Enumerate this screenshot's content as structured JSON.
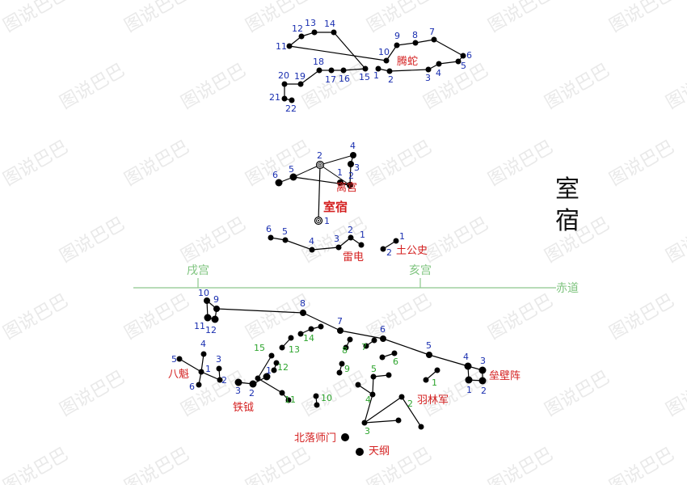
{
  "title_chars": [
    "室",
    "宿"
  ],
  "watermark": "图说巴巴",
  "ecliptic": {
    "label": "赤道",
    "color": "#8cc88c"
  },
  "palaces": [
    {
      "id": "xu",
      "label": "戌宫"
    },
    {
      "id": "hai",
      "label": "亥宫"
    }
  ],
  "groups": [
    {
      "id": "tengshe",
      "name": "腾蛇",
      "color": "#d42020"
    },
    {
      "id": "shisu",
      "name": "室宿",
      "color": "#d42020",
      "emphasis": true
    },
    {
      "id": "ligong",
      "name": "离宫",
      "color": "#d42020"
    },
    {
      "id": "leidian",
      "name": "雷电",
      "color": "#d42020"
    },
    {
      "id": "tugongshi",
      "name": "土公史",
      "color": "#d42020"
    },
    {
      "id": "leibizhen",
      "name": "垒壁阵",
      "color": "#d42020"
    },
    {
      "id": "bakui",
      "name": "八魁",
      "color": "#d42020"
    },
    {
      "id": "fuyue",
      "name": "铁钺",
      "color": "#d42020"
    },
    {
      "id": "yulinjun",
      "name": "羽林军",
      "color": "#d42020"
    },
    {
      "id": "beiluoshimen",
      "name": "北落师门",
      "color": "#d42020"
    },
    {
      "id": "tiangang",
      "name": "天纲",
      "color": "#d42020"
    }
  ],
  "colors": {
    "star_number": "#1a2fb0",
    "yulin_number": "#2ea52e",
    "name": "#d42020"
  }
}
